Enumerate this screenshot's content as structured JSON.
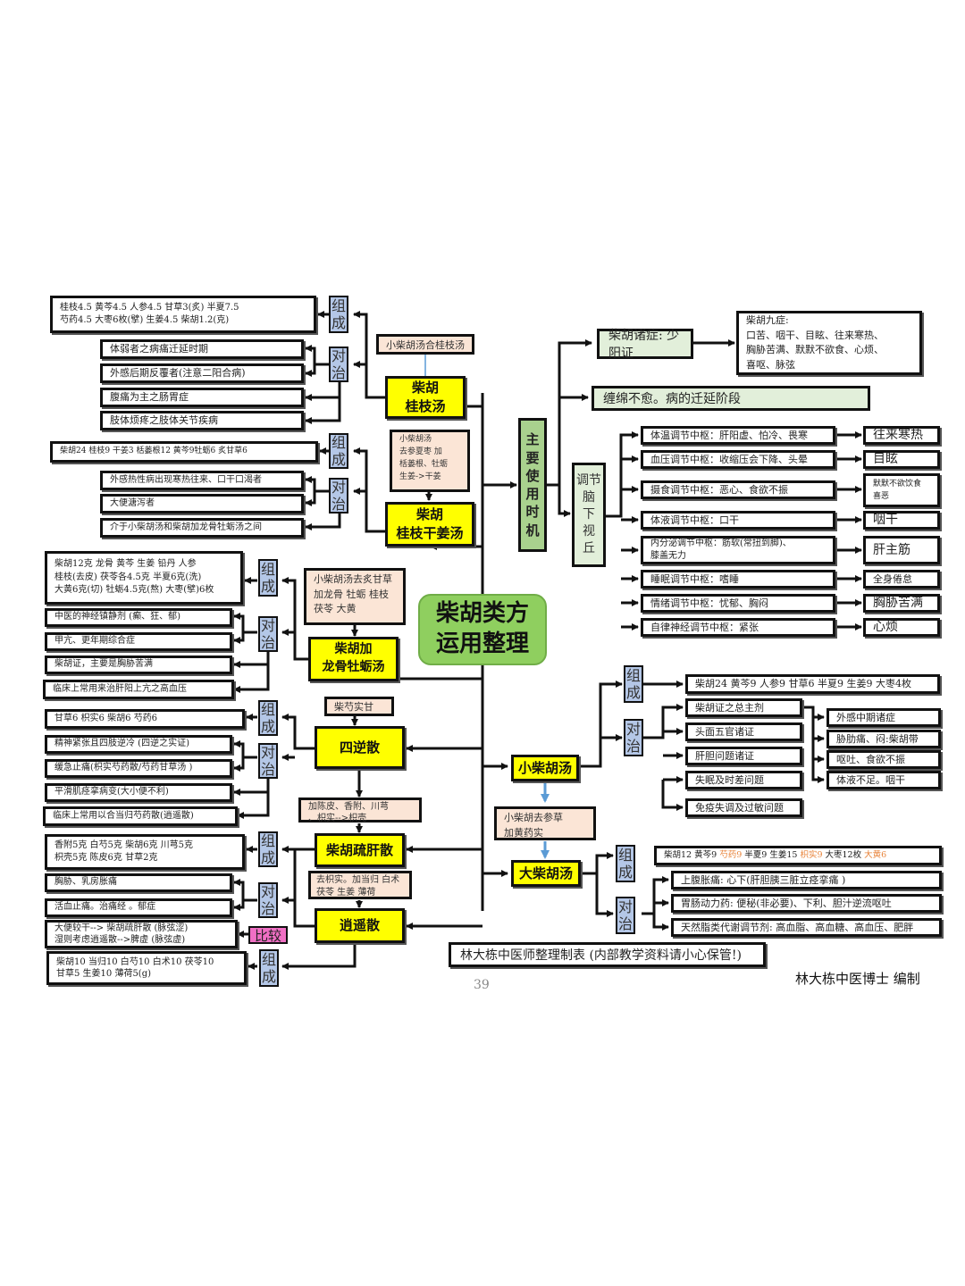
{
  "title": {
    "line1": "柴胡类方",
    "line2": "运用整理"
  },
  "labels": {
    "composition": [
      "组",
      "成"
    ],
    "indication": [
      "对",
      "治"
    ],
    "compare": "比较"
  },
  "formulas": {
    "guizhi": {
      "name": "柴胡\n桂枝汤",
      "origin": "小柴胡汤合桂枝汤",
      "composition": "桂枝4.5  黄芩4.5  人参4.5  甘草3(炙)  半夏7.5\n芍药4.5  大枣6枚(擘)  生姜4.5  柴胡1.2(克)",
      "indications": [
        "体弱者之病痛迁延时期",
        "外感后期反覆者(注意二阳合病)",
        "腹痛为主之肠胃症",
        "肢体烦疼之肢体关节疾病"
      ]
    },
    "ganjiang": {
      "name": "柴胡\n桂枝干姜汤",
      "origin": "小柴胡汤\n去参夏枣 加\n栝蒌根、牡蛎\n生姜->干姜",
      "composition": "柴胡24  桂枝9  干姜3  栝蒌根12  黄芩9牡蛎6  炙甘草6",
      "indications": [
        "外感热性病出现寒热往来、口干口渴者",
        "大便溏泻者",
        "介于小柴胡汤和柴胡加龙骨牡蛎汤之间"
      ]
    },
    "longgu": {
      "name": "柴胡加\n龙骨牡蛎汤",
      "origin": "小柴胡汤去炙甘草\n加龙骨 牡蛎 桂枝\n 茯苓 大黄",
      "composition": "柴胡12克  龙骨  黄芩  生姜  铅丹  人参\n桂枝(去皮)  茯苓各4.5克  半夏6克(洗)\n大黄6克(切)  牡蛎4.5克(熬)  大枣(擘)6枚",
      "indications": [
        "中医的神经镇静剂 (癫、狂、郁)",
        " 甲亢、更年期综合症",
        "柴胡证，主要是胸胁苦满",
        "临床上常用来治肝阳上亢之高血压"
      ]
    },
    "sini": {
      "name": "四逆散",
      "origin": "柴芍实甘",
      "composition": "甘草6 枳实6 柴胡6 芍药6",
      "indications": [
        "精神紧张且四肢逆冷 (四逆之实证)",
        " 缓急止痛(枳实芍药散/芍药甘草汤 )",
        "平滑肌痉挛病变(大小便不利)",
        "临床上常用以合当归芍药散(逍遥散)"
      ]
    },
    "shugan": {
      "name": "柴胡疏肝散",
      "origin": "加陈皮、香附、川芎\n、枳实-->枳壳",
      "composition": "香附5克  白芍5克  柴胡6克  川芎5克\n枳壳5克  陈皮6克  甘草2克",
      "indications": [
        "胸胁、乳房胀痛",
        " 活血止痛。治痛经 。郁症"
      ],
      "compare": "大便较干--> 柴胡疏肝散 (脉弦涩)\n湿则考虑逍遥散-->脾虚 (脉弦虚)"
    },
    "xiaoyao": {
      "name": "逍遥散",
      "origin": "去枳实。加当归 白术\n茯苓 生姜 薄荷",
      "composition": "柴胡10 当归10  白芍10  白术10  茯苓10\n甘草5  生姜10  薄荷5(g)"
    },
    "xiaochaihu": {
      "name": "小柴胡汤",
      "composition": "柴胡24 黄芩9 人参9 甘草6 半夏9 生姜9 大枣4枚",
      "indications": [
        "柴胡证之总主剂",
        "头面五官诸证",
        "肝胆问题诸证",
        "失眠及时差问题",
        "免疫失调及过敏问题"
      ],
      "sub_indications": [
        "外感中期诸症",
        "胁肋痛、闷:柴胡带",
        "呕吐、食欲不振",
        "体液不足。咽干"
      ]
    },
    "dachaihu": {
      "name": "大柴胡汤",
      "origin": "小柴胡去参草\n加黄药实",
      "composition_parts": [
        {
          "text": "柴胡12 黄芩9 ",
          "highlight": false
        },
        {
          "text": "芍药9",
          "highlight": true
        },
        {
          "text": " 半夏9 生姜15 ",
          "highlight": false
        },
        {
          "text": "枳实9",
          "highlight": true
        },
        {
          "text": " 大枣12枚 ",
          "highlight": false
        },
        {
          "text": "大黄6",
          "highlight": true
        }
      ],
      "indications": [
        "上腹胀痛: 心下(肝胆胰三脏立痉挛痛 )",
        "胃肠动力药: 便秘(非必要)、下利、胆汁逆流呕吐",
        "天然脂类代谢调节剂: 高血脂、高血糖、高血压、肥胖"
      ]
    }
  },
  "usage": {
    "label": [
      "主",
      "要",
      "使",
      "用",
      "时",
      "机"
    ],
    "shaoyang": "柴胡诸症: 少阳证",
    "nine_symptoms": "柴胡九症:\n口苦、咽干、目眩、往来寒热、\n胸胁苦满、默默不欲食、心烦、\n喜呕、脉弦",
    "chronic": "缠绵不愈。病的迁延阶段",
    "hypothalamus_label": [
      "调节",
      "脑",
      "下",
      "视",
      "丘"
    ],
    "centers": [
      {
        "center": "体温调节中枢：肝阳虚、怕冷、畏寒",
        "symptom": "往来寒热"
      },
      {
        "center": "血压调节中枢：收缩压会下降、头晕",
        "symptom": "目眩"
      },
      {
        "center": "摄食调节中枢：恶心、食欲不振",
        "symptom": "默默不欲饮食\n喜恶"
      },
      {
        "center": "体液调节中枢：口干",
        "symptom": "咽干"
      },
      {
        "center": "内分泌调节中枢：筋软(常扭到脚)、\n膝盖无力",
        "symptom": "肝主筋"
      },
      {
        "center": "睡眠调节中枢：嗜睡",
        "symptom": "全身倦怠"
      },
      {
        "center": "情绪调节中枢：忧郁、胸闷",
        "symptom": "胸胁苦满"
      },
      {
        "center": "自律神经调节中枢：紧张",
        "symptom": "心烦"
      }
    ]
  },
  "footer": {
    "notice": "林大栋中医师整理制表 (内部教学资料请小心保管!)",
    "author": "林大栋中医博士 编制",
    "page_number": "39"
  },
  "colors": {
    "formula_yellow": "#ffff00",
    "tag_blue": "#b4c7e7",
    "note_peach": "#fbe5d6",
    "center_green": "#8fcf5f",
    "light_green": "#e2efda",
    "compare_pink": "#f06fc4",
    "highlight_orange": "#e8833a"
  }
}
